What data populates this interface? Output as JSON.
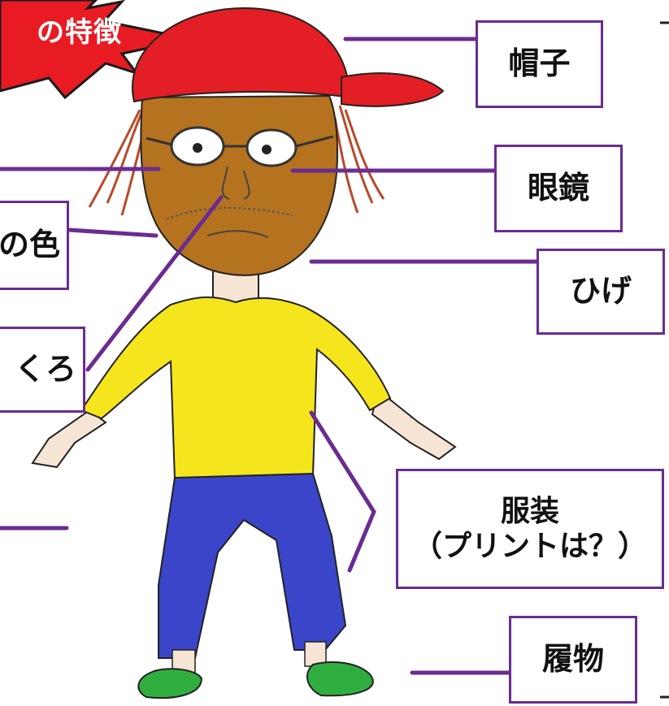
{
  "burst": {
    "text": "の特徴"
  },
  "labels": {
    "hat": "帽子",
    "glasses": "眼鏡",
    "beard": "ひげ",
    "skin_color": "の色",
    "mole": "くろ",
    "clothing_line1": "服装",
    "clothing_line2": "（プリントは？）",
    "footwear": "履物"
  },
  "colors": {
    "hat": "#e41e25",
    "skin": "#b5731f",
    "shirt": "#f5e51c",
    "pants": "#3a45c9",
    "shoes": "#2fae3f",
    "leader_line": "#6a2c91",
    "burst": "#e81b23"
  }
}
